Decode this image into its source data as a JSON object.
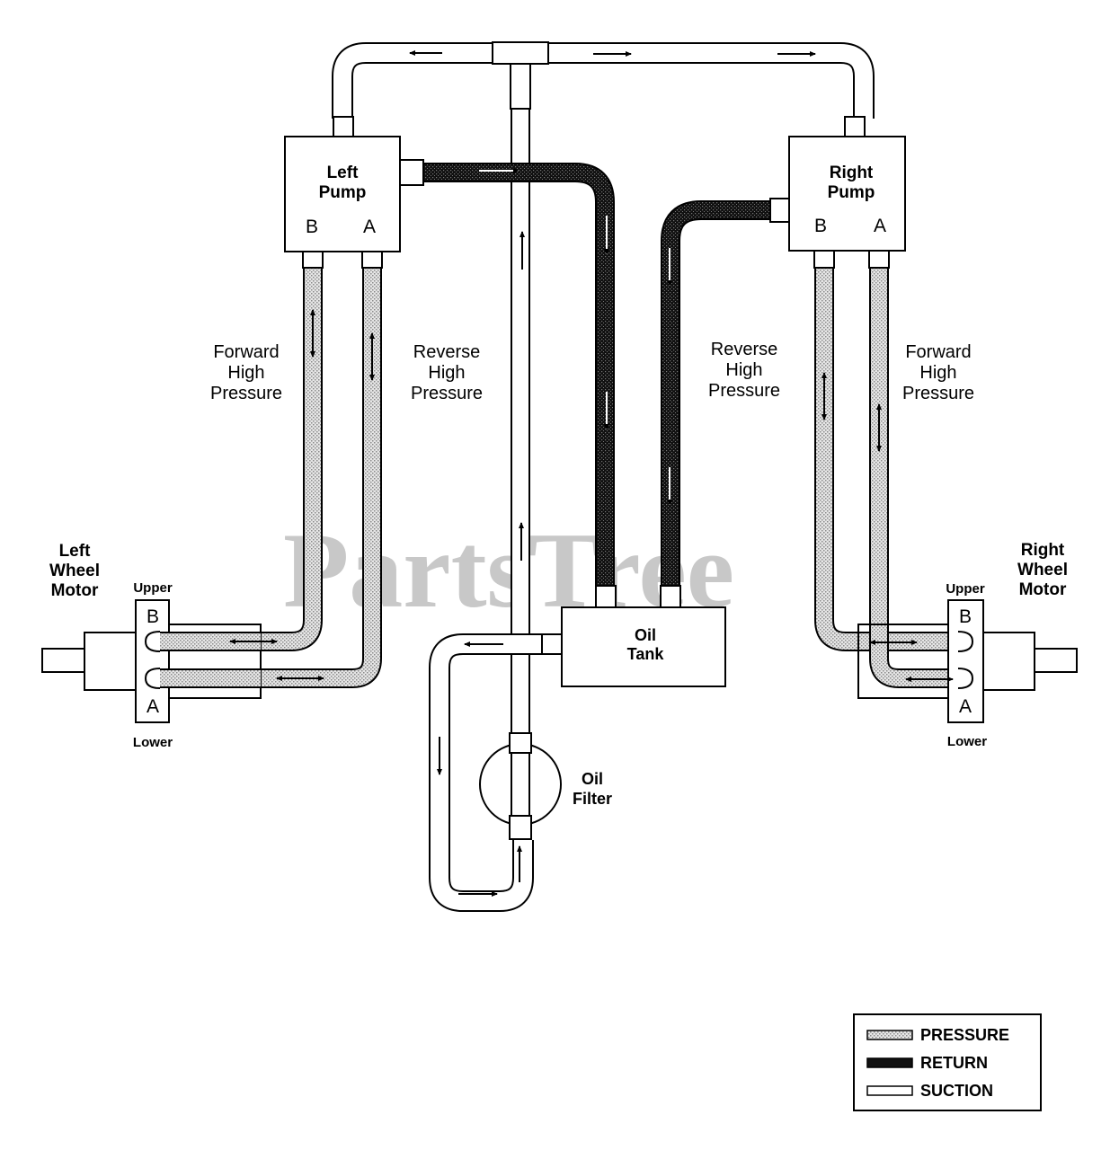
{
  "watermark": "PartsTree",
  "components": {
    "left_pump": {
      "line1": "Left",
      "line2": "Pump",
      "port_b": "B",
      "port_a": "A"
    },
    "right_pump": {
      "line1": "Right",
      "line2": "Pump",
      "port_b": "B",
      "port_a": "A"
    },
    "oil_tank": {
      "line1": "Oil",
      "line2": "Tank"
    },
    "oil_filter": {
      "line1": "Oil",
      "line2": "Filter"
    },
    "left_wheel_motor": {
      "line1": "Left",
      "line2": "Wheel",
      "line3": "Motor",
      "upper": "Upper",
      "lower": "Lower",
      "port_b": "B",
      "port_a": "A"
    },
    "right_wheel_motor": {
      "line1": "Right",
      "line2": "Wheel",
      "line3": "Motor",
      "upper": "Upper",
      "lower": "Lower",
      "port_b": "B",
      "port_a": "A"
    }
  },
  "line_labels": {
    "left_forward": {
      "line1": "Forward",
      "line2": "High",
      "line3": "Pressure"
    },
    "left_reverse": {
      "line1": "Reverse",
      "line2": "High",
      "line3": "Pressure"
    },
    "right_reverse": {
      "line1": "Reverse",
      "line2": "High",
      "line3": "Pressure"
    },
    "right_forward": {
      "line1": "Forward",
      "line2": "High",
      "line3": "Pressure"
    }
  },
  "legend": {
    "pressure": "PRESSURE",
    "return": "RETURN",
    "suction": "SUCTION"
  }
}
